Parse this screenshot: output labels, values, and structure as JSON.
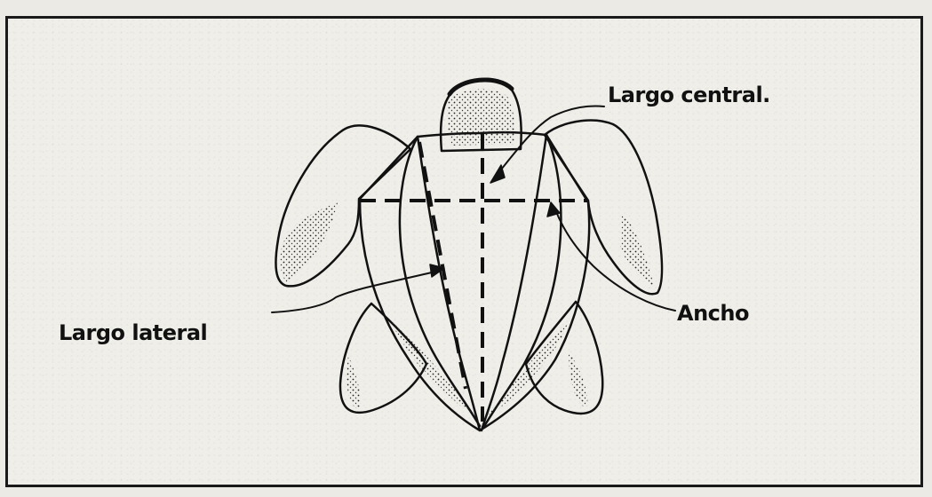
{
  "diagram": {
    "labels": {
      "largo_central": "Largo central.",
      "largo_lateral": "Largo lateral",
      "ancho": "Ancho"
    }
  }
}
